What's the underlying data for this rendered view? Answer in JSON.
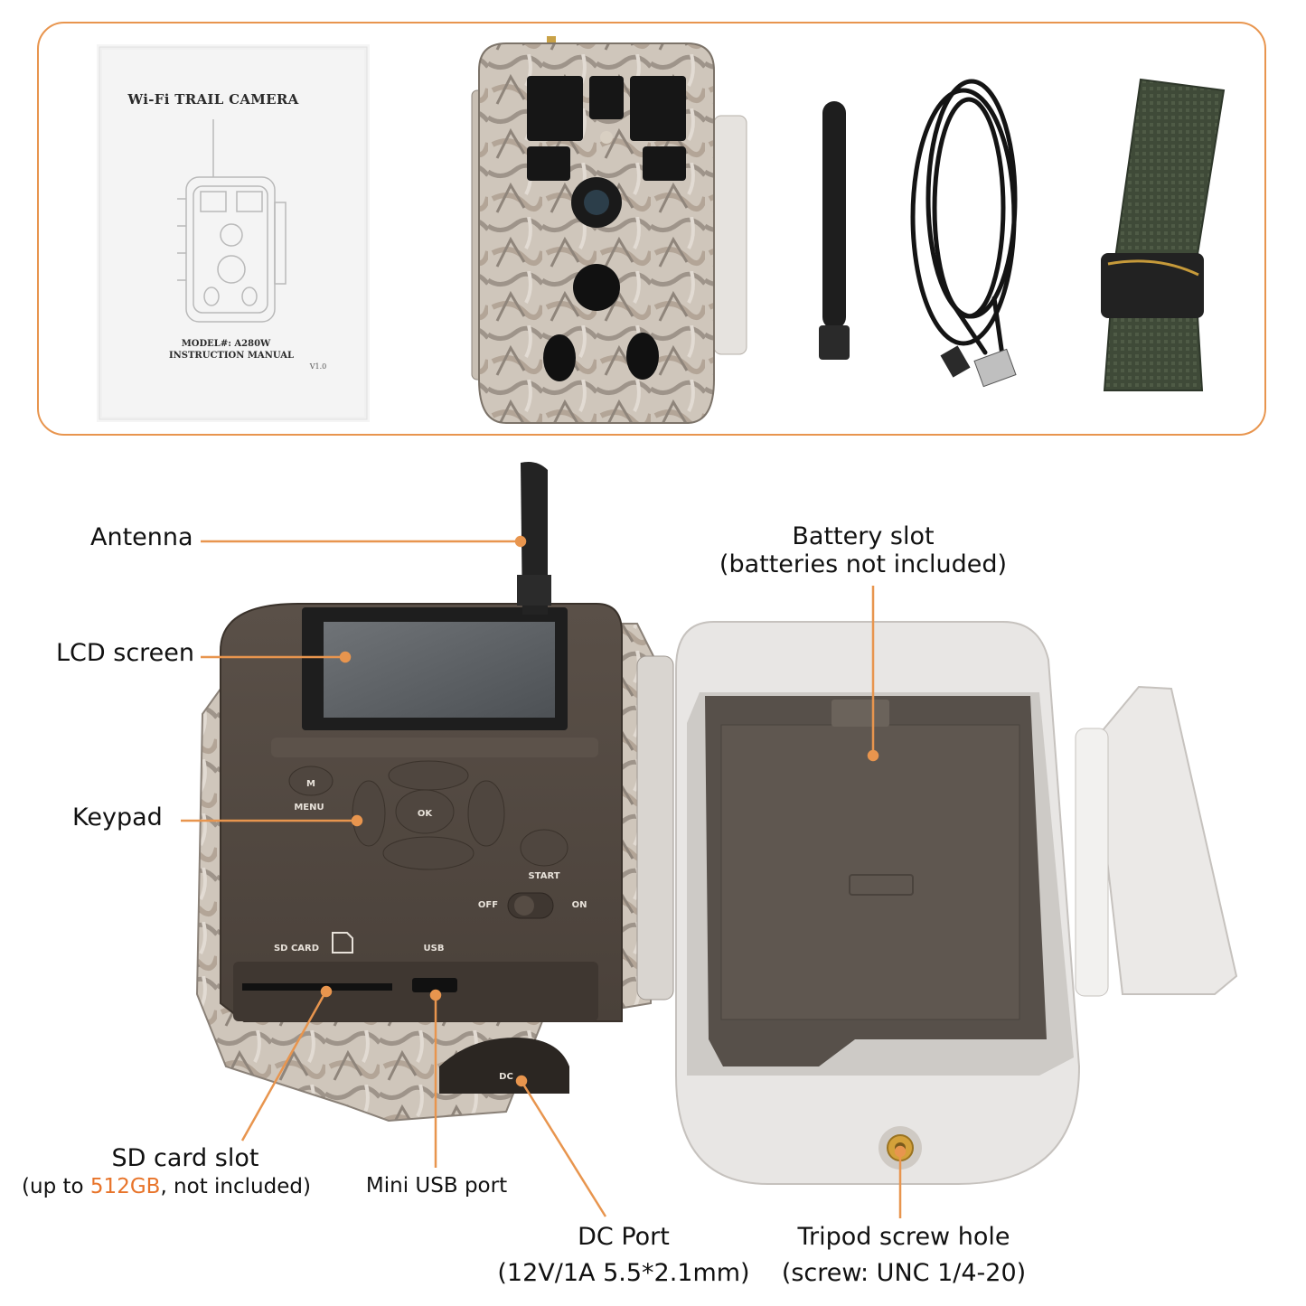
{
  "package_contents": {
    "manual": {
      "title": "Wi-Fi TRAIL CAMERA",
      "model_line": "MODEL#: A280W",
      "subtitle": "INSTRUCTION MANUAL",
      "version": "V1.0"
    }
  },
  "device_print": {
    "menu": "MENU",
    "start": "START",
    "off": "OFF",
    "on": "ON",
    "sd_card": "SD CARD",
    "usb": "USB",
    "ok": "OK",
    "m": "M",
    "dc": "DC"
  },
  "callouts": {
    "antenna": "Antenna",
    "lcd_screen": "LCD screen",
    "keypad": "Keypad",
    "battery_slot_line1": "Battery slot",
    "battery_slot_line2": "(batteries not included)",
    "sd_card_slot": "SD card slot",
    "sd_card_note_prefix": "(up to ",
    "sd_card_note_capacity": "512GB",
    "sd_card_note_suffix": ", not included)",
    "mini_usb_port": "Mini USB port",
    "dc_port_line1": "DC Port",
    "dc_port_line2": "(12V/1A 5.5*2.1mm)",
    "tripod_line1": "Tripod screw hole",
    "tripod_line2": "(screw: UNC 1/4-20)"
  },
  "colors": {
    "accent": "#e8954e",
    "callout_line": "#e8954e",
    "highlight_text": "#e8742a"
  }
}
